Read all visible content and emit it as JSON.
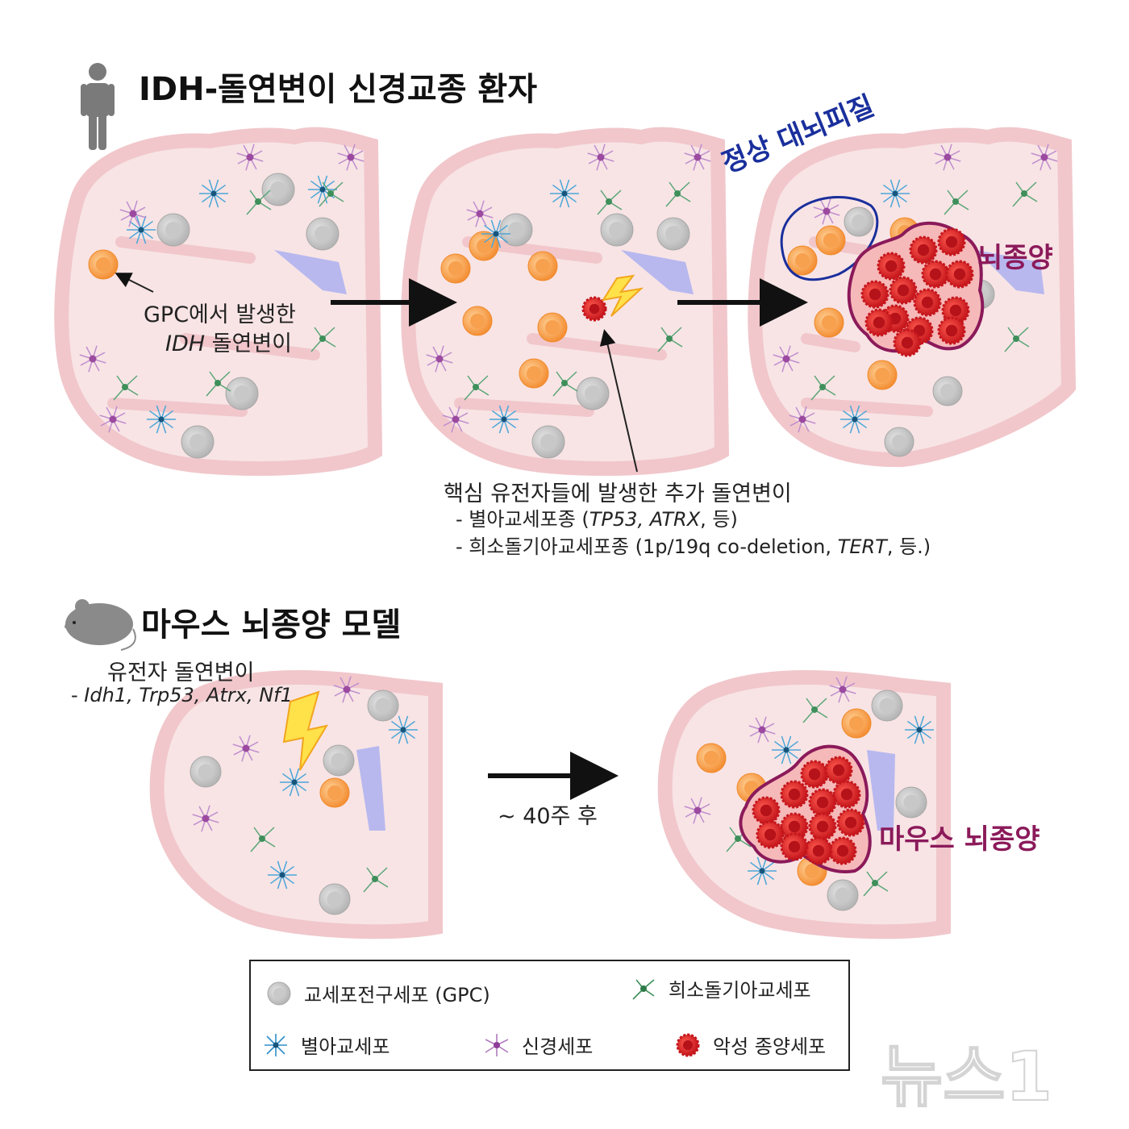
{
  "header_human": {
    "title": "IDH-돌연변이 신경교종 환자"
  },
  "header_mouse": {
    "title": "마우스 뇌종양 모델"
  },
  "annotations": {
    "gpc_origin_line1": "GPC에서 발생한",
    "gpc_origin_italic": "IDH",
    "gpc_origin_rest": " 돌연변이",
    "extra_mutation_title": "핵심 유전자들에 발생한 추가 돌연변이",
    "astro_prefix": "- 별아교세포종 (",
    "astro_genes": "TP53, ATRX",
    "astro_suffix": ", 등)",
    "oligo_prefix": "- 희소돌기아교세포종 (1p/19q co-deletion, ",
    "oligo_gene": "TERT",
    "oligo_suffix": ", 등.)",
    "normal_cortex": "정상 대뇌피질",
    "brain_tumor": "뇌종양",
    "mouse_mut_title": "유전자 돌연변이",
    "mouse_mut_prefix": "- ",
    "mouse_mut_genes": "Idh1, Trp53, Atrx, Nf1",
    "time_label": "~ 40주 후",
    "mouse_tumor": "마우스 뇌종양"
  },
  "legend": {
    "gpc": "교세포전구세포 (GPC)",
    "oligo": "희소돌기아교세포",
    "astro": "별아교세포",
    "neuron": "신경세포",
    "malignant": "악성 종양세포"
  },
  "watermark": {
    "text": "뉴스1"
  },
  "colors": {
    "brain_outline": "#f1c7cb",
    "brain_fill": "#f8e4e5",
    "gpc_gray": "#bdbdbd",
    "mutant_orange": "#f7a04e",
    "tumor_red": "#d9262a",
    "tumor_border": "#8b1a5a",
    "normal_blue": "#1a2f9c",
    "ventricle": "#b8b8ef",
    "astro_blue": "#2f8fc9",
    "neuron_purple": "#9b4aa0",
    "oligo_green": "#3e8f5a"
  }
}
